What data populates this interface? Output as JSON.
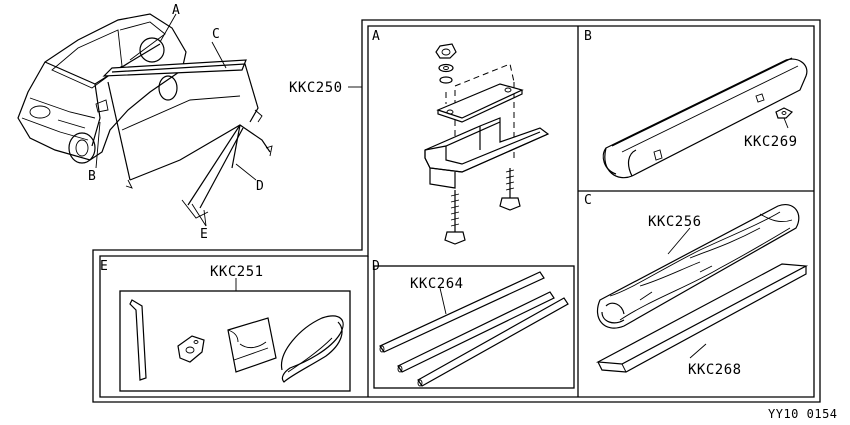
{
  "overview": {
    "callouts": {
      "a": "A",
      "b": "B",
      "c": "C",
      "d": "D",
      "e": "E"
    }
  },
  "kit": {
    "part_number": "KKC250"
  },
  "panels": {
    "a": {
      "letter": "A"
    },
    "b": {
      "letter": "B",
      "parts": [
        "KKC269"
      ]
    },
    "c": {
      "letter": "C",
      "parts": [
        "KKC256",
        "KKC268"
      ]
    },
    "d": {
      "letter": "D",
      "parts": [
        "KKC264"
      ]
    },
    "e": {
      "letter": "E",
      "parts": [
        "KKC251"
      ]
    }
  },
  "footer": {
    "drawing_ref": "YY10 0154"
  }
}
